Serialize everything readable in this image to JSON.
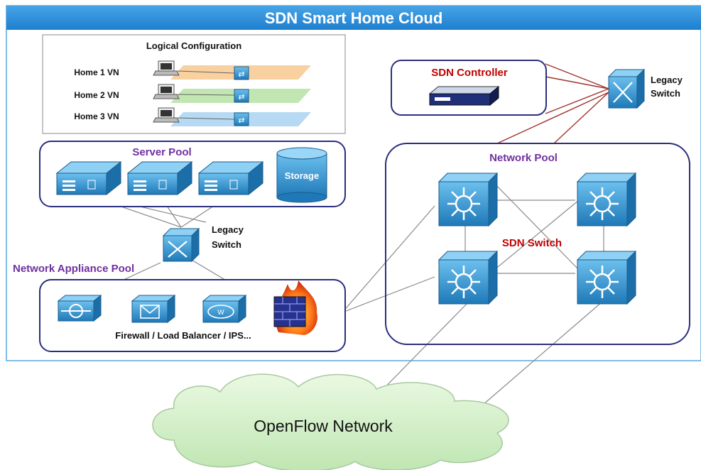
{
  "title": "SDN Smart Home Cloud",
  "logical": {
    "heading": "Logical Configuration",
    "rows": [
      "Home 1 VN",
      "Home 2 VN",
      "Home 3 VN"
    ]
  },
  "server_pool": {
    "label": "Server Pool",
    "storage": "Storage"
  },
  "legacy_switch_left": {
    "line1": "Legacy",
    "line2": "Switch"
  },
  "legacy_switch_right": {
    "line1": "Legacy",
    "line2": "Switch"
  },
  "appliance_pool": {
    "label": "Network Appliance Pool",
    "caption": "Firewall / Load Balancer / IPS..."
  },
  "controller": {
    "label": "SDN Controller"
  },
  "network_pool": {
    "label": "Network Pool",
    "switch_label": "SDN Switch"
  },
  "cloud": {
    "label": "OpenFlow Network"
  },
  "colors": {
    "header": "#2e8fd8",
    "border": "#2a2f7e",
    "purple": "#7030a0",
    "red": "#c00000",
    "device": "#2d8fcf",
    "cloud": "#cfeec4"
  }
}
